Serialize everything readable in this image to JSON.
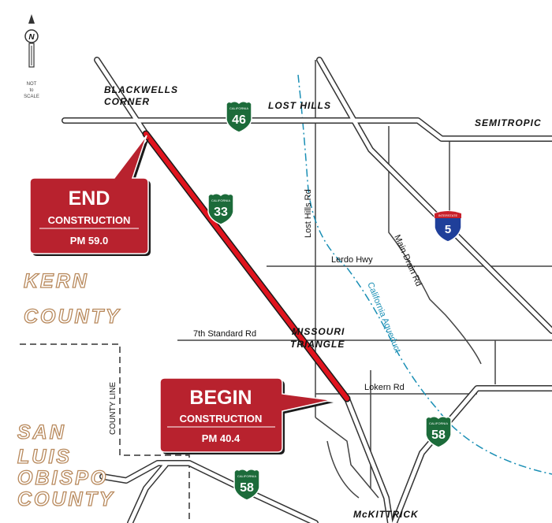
{
  "compass": {
    "letter": "N",
    "note_line1": "NOT",
    "note_line2": "to",
    "note_line3": "SCALE"
  },
  "places": {
    "blackwells_line1": "BLACKWELLS",
    "blackwells_line2": "CORNER",
    "lost_hills": "LOST HILLS",
    "semitropic": "SEMITROPIC",
    "missouri_line1": "MISSOURI",
    "missouri_line2": "TRIANGLE",
    "mckittrick": "McKITTRICK"
  },
  "roads": {
    "lost_hills_rd": "Lost Hills Rd",
    "lerdo_hwy": "Lerdo Hwy",
    "seventh_standard_rd": "7th Standard Rd",
    "lokern_rd": "Lokern Rd",
    "main_drain_rd": "Main Drain Rd",
    "aqueduct": "California Aqueduct"
  },
  "counties": {
    "kern_line1": "KERN",
    "kern_line2": "COUNTY",
    "slo_line1": "SAN",
    "slo_line2": "LUIS",
    "slo_line3": "OBISPO",
    "slo_line4": "COUNTY",
    "county_line": "COUNTY LINE"
  },
  "shields": {
    "state_label": "CALIFORNIA",
    "interstate_label": "INTERSTATE",
    "route_46": "46",
    "route_33": "33",
    "route_58_east": "58",
    "route_58_south": "58",
    "interstate_5": "5"
  },
  "callouts": {
    "end": {
      "title": "END",
      "subtitle": "CONSTRUCTION",
      "postmile": "PM 59.0"
    },
    "begin": {
      "title": "BEGIN",
      "subtitle": "CONSTRUCTION",
      "postmile": "PM 40.4"
    }
  },
  "colors": {
    "construction_segment": "#e0141e",
    "callout_fill": "#b8222e",
    "state_shield": "#1c6b3a",
    "interstate_blue": "#1f3f9a",
    "interstate_red": "#c8202a",
    "county_outline": "#b8895c",
    "aqueduct": "#1a8fb5"
  }
}
